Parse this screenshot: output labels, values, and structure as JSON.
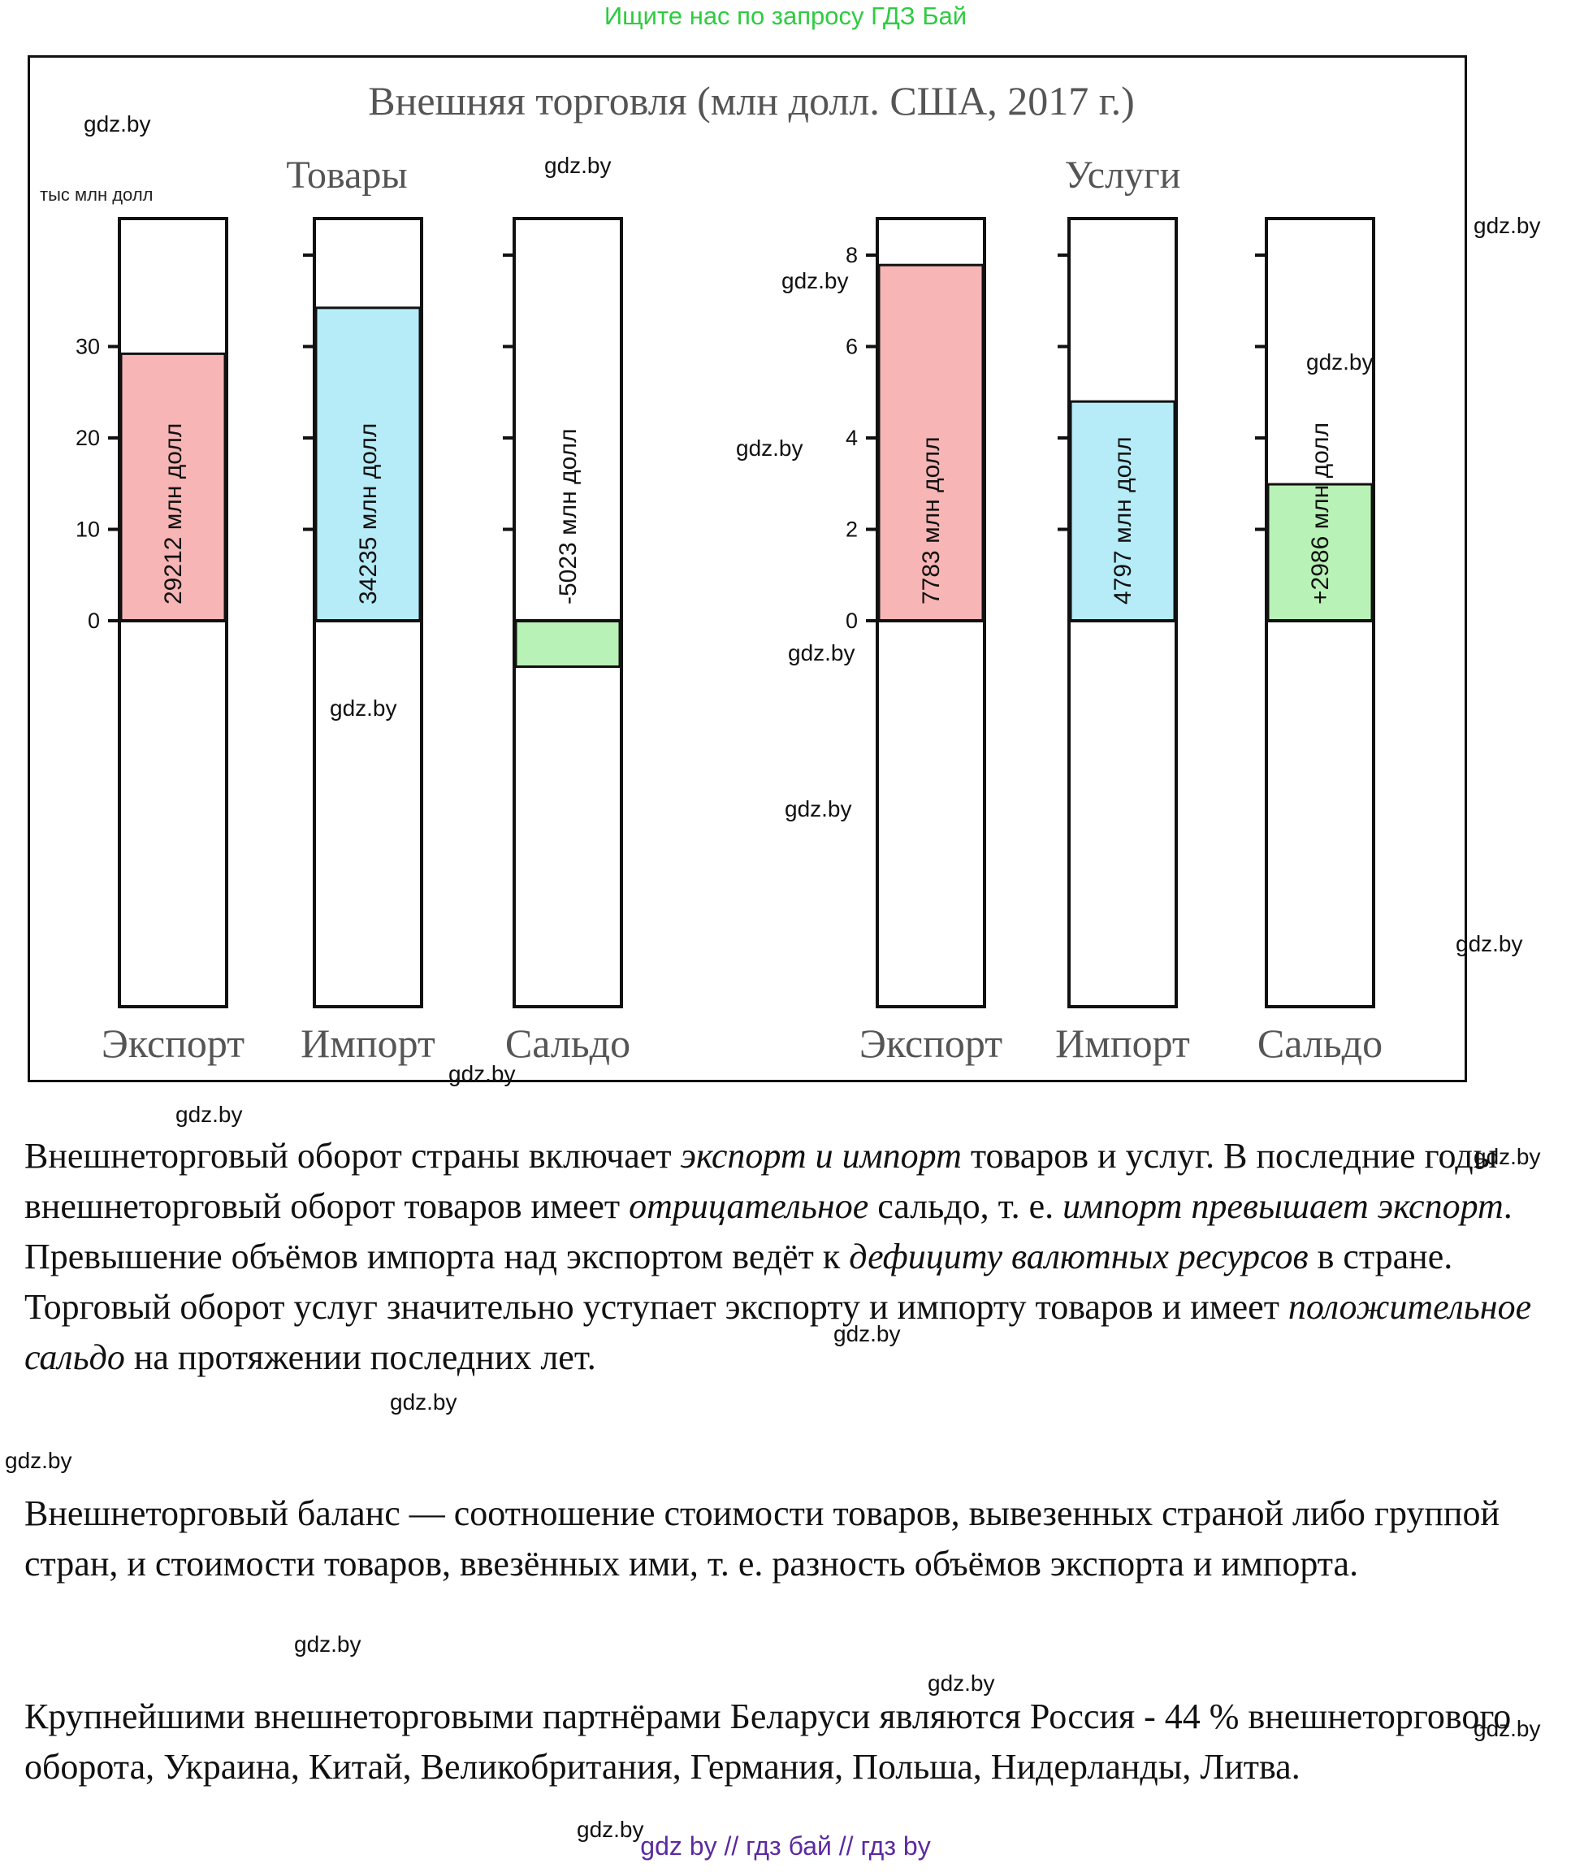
{
  "header": {
    "search_hint": "Ищите нас по запросу ГДЗ Бай"
  },
  "chart_data": [
    {
      "type": "bar",
      "title": "Внешняя торговля (млн долл. США, 2017 г.)",
      "panel_title": "Товары",
      "unit_label": "тыс млн долл",
      "ylim": [
        -42,
        44
      ],
      "yticks": [
        0,
        10,
        20,
        30
      ],
      "categories": [
        "Экспорт",
        "Импорт",
        "Сальдо"
      ],
      "values": [
        29212,
        34235,
        -5023
      ],
      "value_scale": 1000,
      "labels": [
        "29212 млн долл",
        "34235 млн долл",
        "-5023 млн долл"
      ],
      "colors": [
        "#f7b5b5",
        "#b5ecf7",
        "#b9f2b6"
      ]
    },
    {
      "type": "bar",
      "panel_title": "Услуги",
      "ylim": [
        -8.35,
        8.8
      ],
      "yticks": [
        0,
        2,
        4,
        6,
        8
      ],
      "categories": [
        "Экспорт",
        "Импорт",
        "Сальдо"
      ],
      "values": [
        7783,
        4797,
        2986
      ],
      "value_scale": 1000,
      "labels": [
        "7783 млн долл",
        "4797 млн долл",
        "+2986 млн долл"
      ],
      "colors": [
        "#f7b5b5",
        "#b5ecf7",
        "#b9f2b6"
      ]
    }
  ],
  "text": {
    "p1": [
      {
        "t": "Внешнеторговый оборот страны включает ",
        "i": false
      },
      {
        "t": "экспорт и импорт",
        "i": true
      },
      {
        "t": " товаров и услуг. В последние годы внешнеторговый оборот товаров имеет ",
        "i": false
      },
      {
        "t": "отрицательное",
        "i": true
      },
      {
        "t": " сальдо, т. е. ",
        "i": false
      },
      {
        "t": "импорт превышает экспорт",
        "i": true
      },
      {
        "t": ". Превышение объёмов импорта над экспортом ведёт к ",
        "i": false
      },
      {
        "t": "дефициту валютных ресурсов",
        "i": true
      },
      {
        "t": " в стране. Торговый оборот услуг значительно уступает экспорту и импорту товаров и имеет ",
        "i": false
      },
      {
        "t": "положительное сальдо",
        "i": true
      },
      {
        "t": " на протяжении последних лет.",
        "i": false
      }
    ],
    "p2": "Внешнеторговый баланс — соотношение стоимости товаров, вывезенных страной либо группой стран, и стоимости товаров, ввезённых ими, т. е. разность объёмов экспорта и импорта.",
    "p3": "Крупнейшими внешнеторговыми партнёрами Беларуси являются Россия - 44 % внешнеторгового оборота, Украина, Китай, Великобритания, Германия, Польша, Нидерланды, Литва."
  },
  "watermark": "gdz.by",
  "footer": "gdz by  //  гдз бай  //  гдз by"
}
